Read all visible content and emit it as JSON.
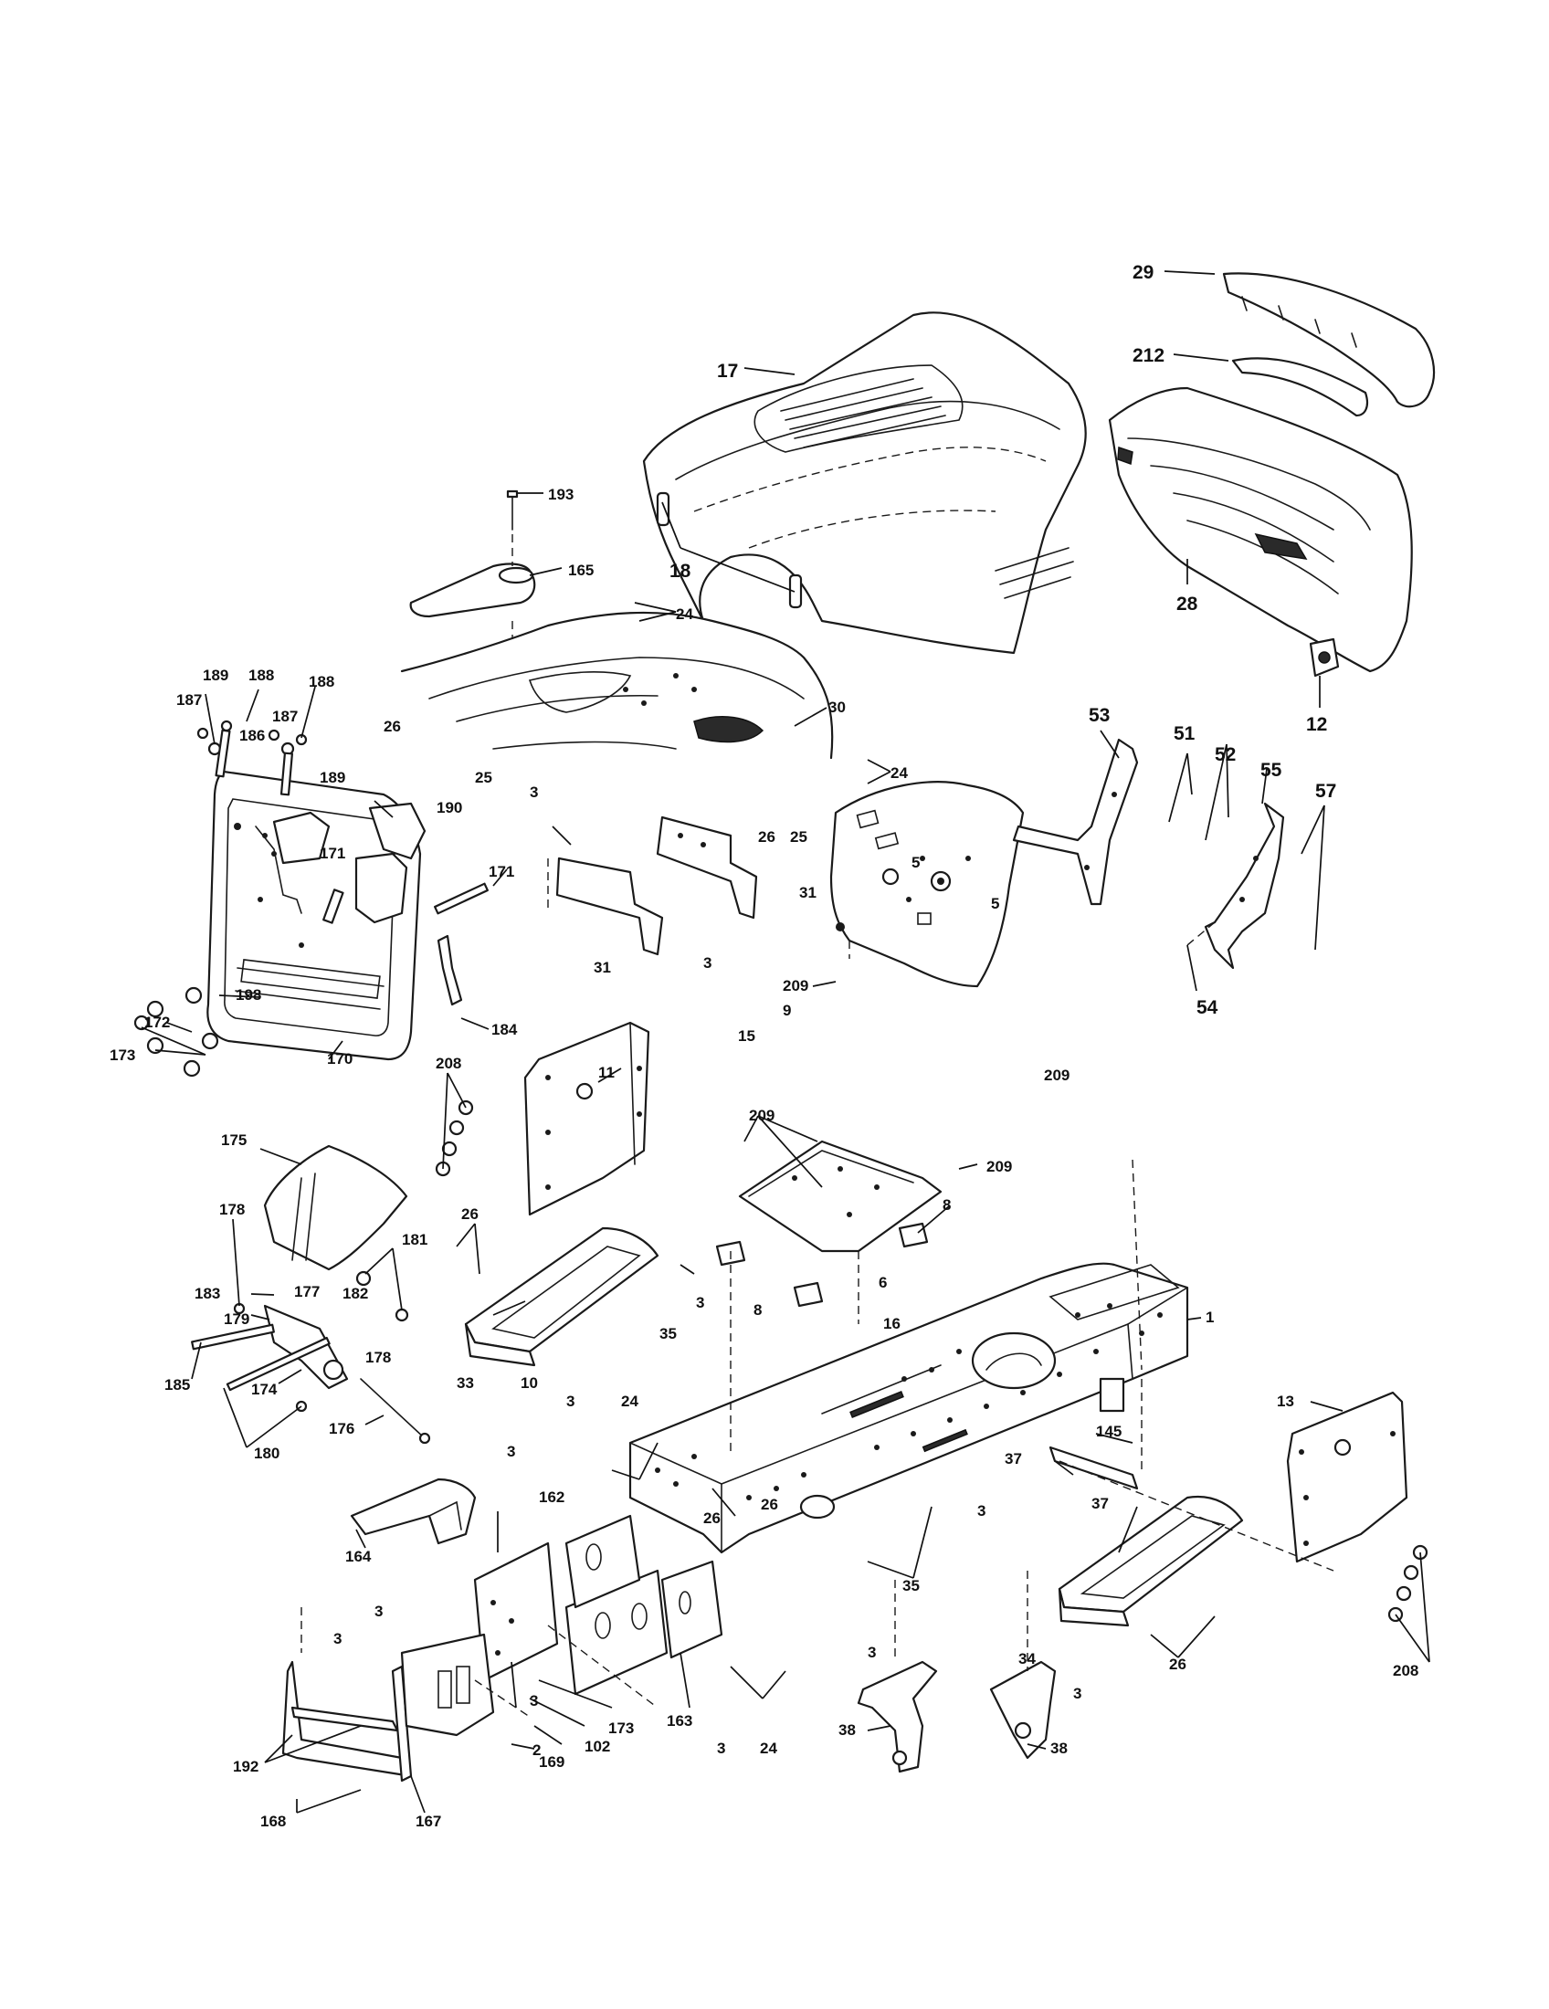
{
  "labels": {
    "l29": "29",
    "l212": "212",
    "l17": "17",
    "l18": "18",
    "l28": "28",
    "l12": "12",
    "l193": "193",
    "l165": "165",
    "l24a": "24",
    "l24b": "24",
    "l24c": "24",
    "l24d": "24",
    "l30": "30",
    "l26a": "26",
    "l26b": "26",
    "l26c": "26",
    "l26d": "26",
    "l26e": "26",
    "l26f": "26",
    "l25a": "25",
    "l25b": "25",
    "l3a": "3",
    "l3b": "3",
    "l3c": "3",
    "l3d": "3",
    "l3e": "3",
    "l3f": "3",
    "l3g": "3",
    "l3h": "3",
    "l3i": "3",
    "l3j": "3",
    "l3k": "3",
    "l3l": "3",
    "l31a": "31",
    "l31b": "31",
    "l5a": "5",
    "l5b": "5",
    "l209a": "209",
    "l209b": "209",
    "l209c": "209",
    "l209d": "209",
    "l9": "9",
    "l15": "15",
    "l53": "53",
    "l51": "51",
    "l52": "52",
    "l55": "55",
    "l57": "57",
    "l54": "54",
    "l189a": "189",
    "l188a": "188",
    "l187a": "187",
    "l186": "186",
    "l187b": "187",
    "l188b": "188",
    "l189b": "189",
    "l190": "190",
    "l171a": "171",
    "l171b": "171",
    "l198": "198",
    "l172": "172",
    "l173a": "173",
    "l170": "170",
    "l184": "184",
    "l208a": "208",
    "l11": "11",
    "l175": "175",
    "l178a": "178",
    "l181": "181",
    "l183": "183",
    "l177": "177",
    "l182": "182",
    "l179": "179",
    "l178b": "178",
    "l185": "185",
    "l174": "174",
    "l180": "180",
    "l176": "176",
    "l33": "33",
    "l10": "10",
    "l35a": "35",
    "l35b": "35",
    "l8a": "8",
    "l8b": "8",
    "l6": "6",
    "l16": "16",
    "l1": "1",
    "l13": "13",
    "l145": "145",
    "l37a": "37",
    "l37b": "37",
    "l162": "162",
    "l164": "164",
    "l163": "163",
    "l34": "34",
    "l208b": "208",
    "l38a": "38",
    "l38b": "38",
    "l173b": "173",
    "l102": "102",
    "l169": "169",
    "l2": "2",
    "l192": "192",
    "l168": "168",
    "l167": "167"
  }
}
